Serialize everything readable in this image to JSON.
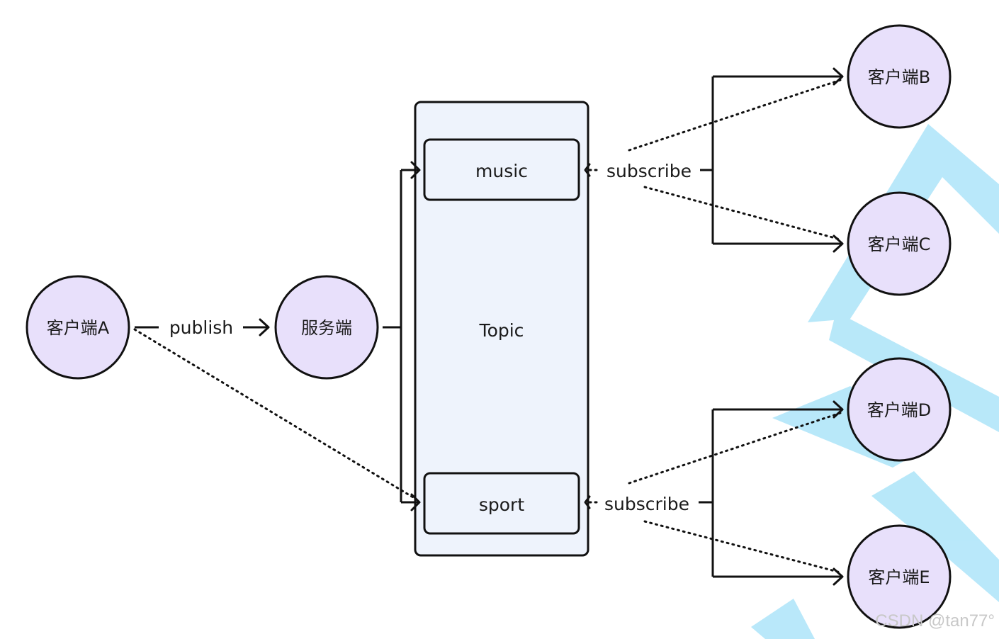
{
  "nodes": {
    "client_a": "客户端A",
    "server": "服务端",
    "client_b": "客户端B",
    "client_c": "客户端C",
    "client_d": "客户端D",
    "client_e": "客户端E"
  },
  "topic": {
    "label": "Topic",
    "music": "music",
    "sport": "sport"
  },
  "edges": {
    "publish": "publish",
    "subscribe_music": "subscribe",
    "subscribe_sport": "subscribe"
  },
  "watermark": "CSDN @tan77°",
  "colors": {
    "node_fill": "#e8e0fb",
    "topic_fill": "#eef3fc",
    "watermark_logo": "#7fd6f5"
  }
}
